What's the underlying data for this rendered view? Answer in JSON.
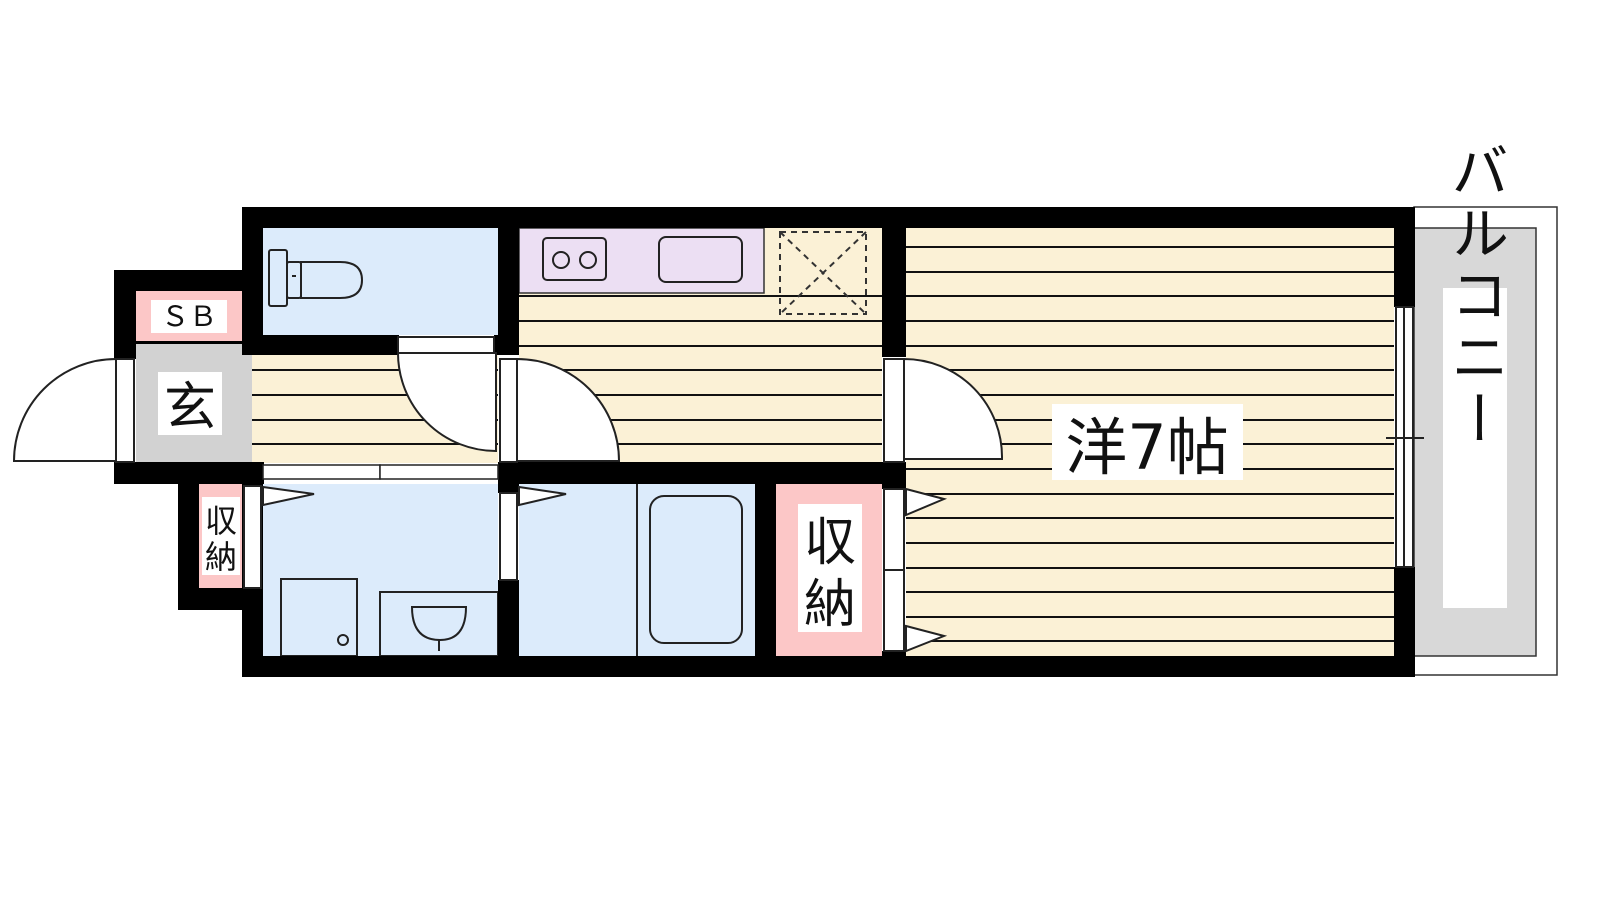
{
  "floor_plan": {
    "rooms": {
      "western_room": {
        "label": "洋7帖"
      },
      "entrance": {
        "label": "玄"
      },
      "shoe_box": {
        "label": "ＳＢ"
      },
      "closet_large": {
        "label_line1": "収",
        "label_line2": "納"
      },
      "closet_small": {
        "label_line1": "収",
        "label_line2": "納"
      },
      "balcony": {
        "label": "バルコニー"
      }
    },
    "colors": {
      "floor_wood": "#fbf1d6",
      "wet_area": "#dcebfb",
      "kitchen_counter": "#ecdff3",
      "entrance_tile": "#d2d2d2",
      "storage": "#fcc7c7",
      "balcony": "#d8d8d8",
      "wall": "#000000"
    }
  }
}
